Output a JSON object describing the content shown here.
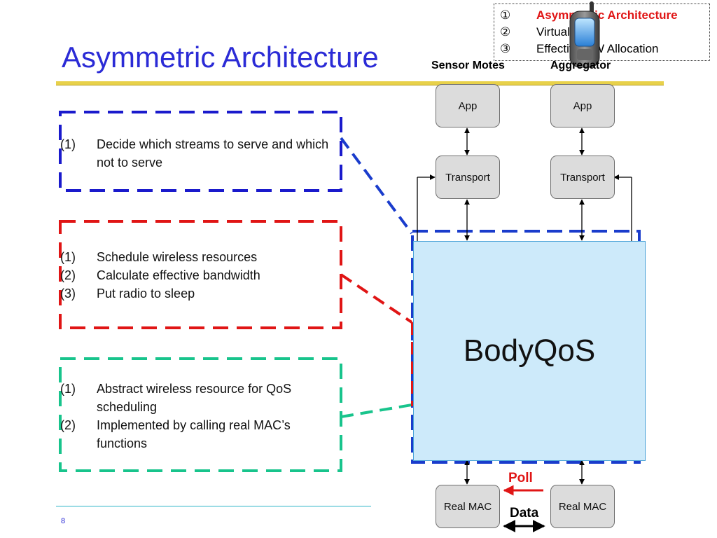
{
  "slide": {
    "title": "Asymmetric Architecture",
    "page_number": "8"
  },
  "legend": {
    "items": [
      {
        "num": "①",
        "text": "Asymmetric Architecture",
        "color": "#e01515"
      },
      {
        "num": "②",
        "text": "Virtual MAC",
        "color": "#111111"
      },
      {
        "num": "③",
        "text": "Effective BW Allocation",
        "color": "#111111"
      }
    ]
  },
  "diagram": {
    "col_headers": [
      "Sensor Motes",
      "Aggregator"
    ],
    "app_label": "App",
    "transport_label": "Transport",
    "real_mac_label": "Real MAC",
    "bodyqos_label": "BodyQoS",
    "poll_label": "Poll",
    "data_label": "Data"
  },
  "panels": [
    {
      "color": "#1a1acc",
      "items": [
        {
          "num": "(1)",
          "text": "Decide which streams to serve and which not to serve"
        }
      ]
    },
    {
      "color": "#e01515",
      "items": [
        {
          "num": "(1)",
          "text": "Schedule wireless resources"
        },
        {
          "num": "(2)",
          "text": "Calculate effective bandwidth"
        },
        {
          "num": "(3)",
          "text": "Put radio to sleep"
        }
      ]
    },
    {
      "color": "#18c48c",
      "items": [
        {
          "num": "(1)",
          "text": "Abstract wireless resource for QoS scheduling"
        },
        {
          "num": "(2)",
          "text": "Implemented by calling real MAC’s functions"
        }
      ]
    }
  ]
}
